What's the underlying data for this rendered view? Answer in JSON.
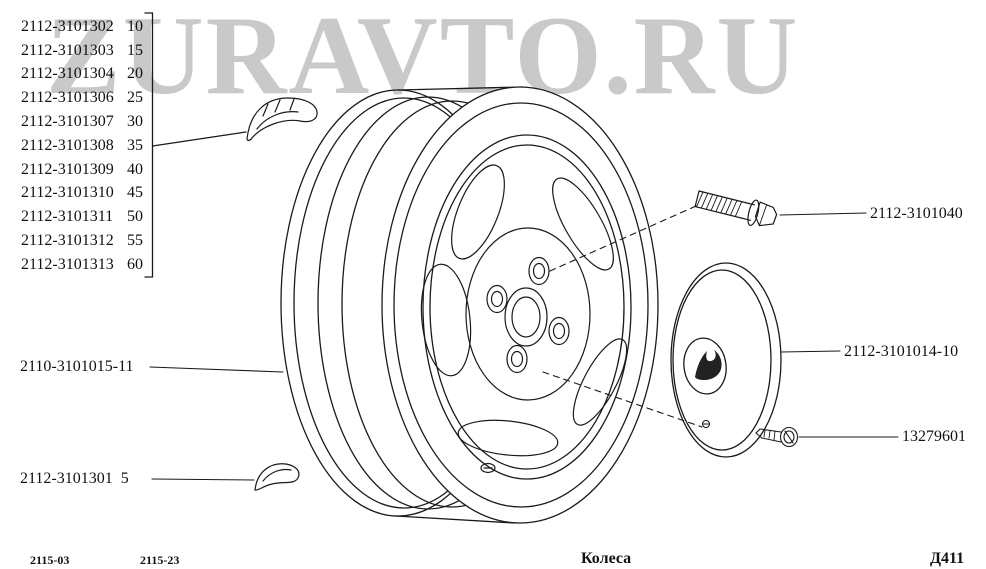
{
  "watermark": {
    "text": "ZURAVTO.RU",
    "color": "#c9c9c9"
  },
  "colors": {
    "line": "#1a1a1a"
  },
  "parts_list": [
    {
      "part": "2112-3101302",
      "qty": "10"
    },
    {
      "part": "2112-3101303",
      "qty": "15"
    },
    {
      "part": "2112-3101304",
      "qty": "20"
    },
    {
      "part": "2112-3101306",
      "qty": "25"
    },
    {
      "part": "2112-3101307",
      "qty": "30"
    },
    {
      "part": "2112-3101308",
      "qty": "35"
    },
    {
      "part": "2112-3101309",
      "qty": "40"
    },
    {
      "part": "2112-3101310",
      "qty": "45"
    },
    {
      "part": "2112-3101311",
      "qty": "50"
    },
    {
      "part": "2112-3101312",
      "qty": "55"
    },
    {
      "part": "2112-3101313",
      "qty": "60"
    }
  ],
  "callouts": {
    "wheel_disc": "2110-3101015-11",
    "balance_weight_small": {
      "part": "2112-3101301",
      "qty": "5"
    },
    "wheel_bolt": "2112-3101040",
    "wheel_cap": "2112-3101014-10",
    "cap_screw": "13279601"
  },
  "footer": {
    "code_left_1": "2115-03",
    "code_left_2": "2115-23",
    "title": "Колеса",
    "sheet": "Д411"
  }
}
